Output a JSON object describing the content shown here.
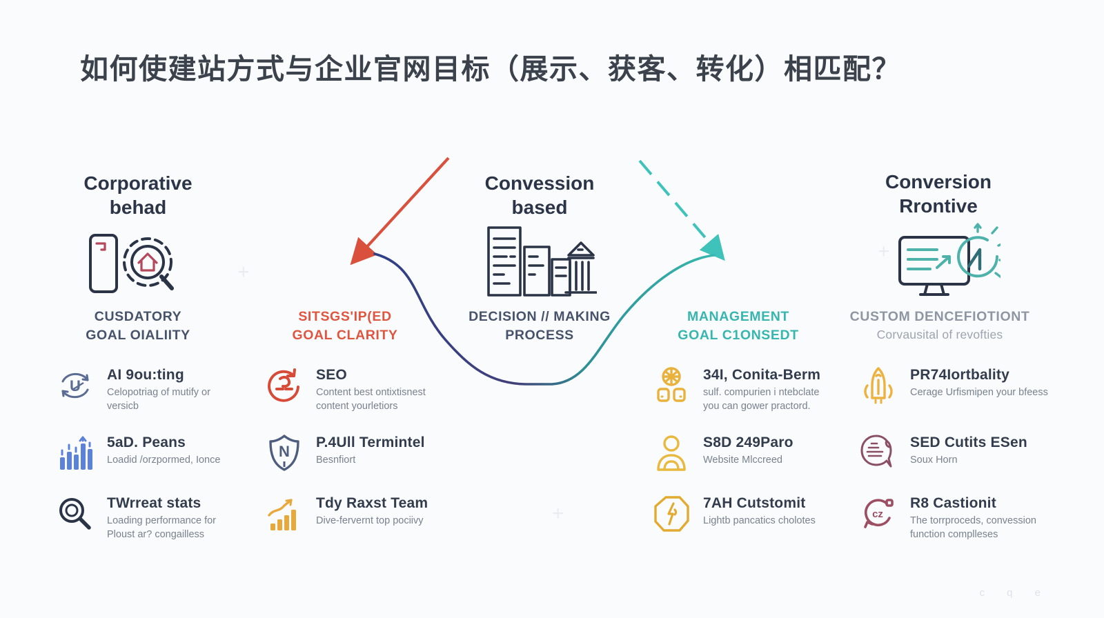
{
  "title": "如何使建站方式与企业官网目标（展示、获客、转化）相匹配？",
  "watermark": "c q e",
  "colors": {
    "dark_navy": "#2b3447",
    "accent_red": "#d9513d",
    "accent_teal": "#36b6ae",
    "accent_purple": "#6f3e74",
    "accent_yellow": "#e8b23c",
    "accent_blue": "#5b82d8",
    "accent_maroon": "#8a4f63",
    "curve_blue": "#2e3f86"
  },
  "columns": [
    {
      "header1": "Corporative",
      "header2": "behad",
      "main_icon": "phone-gear-house-icon",
      "caption1": "CUSDATORY",
      "caption2": "GOAL OIALIITY",
      "items": [
        {
          "icon": "routing-cycle-icon",
          "title": "AI 9ou:ting",
          "sub": "Celopotriag of mutify or versicb"
        },
        {
          "icon": "bar-chart-icon",
          "title": "5aD. Peans",
          "sub": "Loadid /orzpormed, Ionce"
        },
        {
          "icon": "magnifier-icon",
          "title": "TWrreat stats",
          "sub": "Loading performance for Ploust ar? congailless"
        }
      ]
    },
    {
      "caption1": "SITSGS'IP(ED",
      "caption2": "GOAL CLARITY",
      "items": [
        {
          "icon": "refresh-cycle-icon",
          "title": "SEO",
          "sub": "Content best ontixtisnest content yourletiors"
        },
        {
          "icon": "shield-n-icon",
          "title": "P.4Ull Termintel",
          "sub": "Besnfiort"
        },
        {
          "icon": "growth-chart-icon",
          "title": "Tdy Raxst Team",
          "sub": "Dive-fervernt top pociivy"
        }
      ]
    },
    {
      "header1": "Convession",
      "header2": "based",
      "main_icon": "buildings-icon",
      "caption1": "DECISION // MAKING",
      "caption2": "PROCESS",
      "caption_teal1": "MANAGEMENT",
      "caption_teal2": "GOAL C1ONSEDT",
      "items": [
        {
          "icon": "modules-wheel-icon",
          "title": "34I, Conita-Berm",
          "sub": "sulf. compurien i ntebclate you can gower practord."
        },
        {
          "icon": "person-icon",
          "title": "S8D 249Paro",
          "sub": "Website Mlccreed"
        },
        {
          "icon": "lightning-badge-icon",
          "title": "7AH Cutstomit",
          "sub": "Lightb pancatics cholotes"
        }
      ]
    },
    {
      "header1": "Conversion",
      "header2": "Rrontive",
      "main_icon": "monitor-growth-icon",
      "caption1": "CUSTOM DENCEFIOTIONT",
      "caption2": "Corvausital of revofties",
      "items": [
        {
          "icon": "rocket-icon",
          "title": "PR74Iortbality",
          "sub": "Cerage Urfismipen your bfeess"
        },
        {
          "icon": "document-bubble-icon",
          "title": "SED Cutits ESen",
          "sub": "Soux Horn"
        },
        {
          "icon": "cycle-cz-icon",
          "title": "R8 Castionit",
          "sub": "The torrproceds, convession function complleses"
        }
      ]
    }
  ]
}
